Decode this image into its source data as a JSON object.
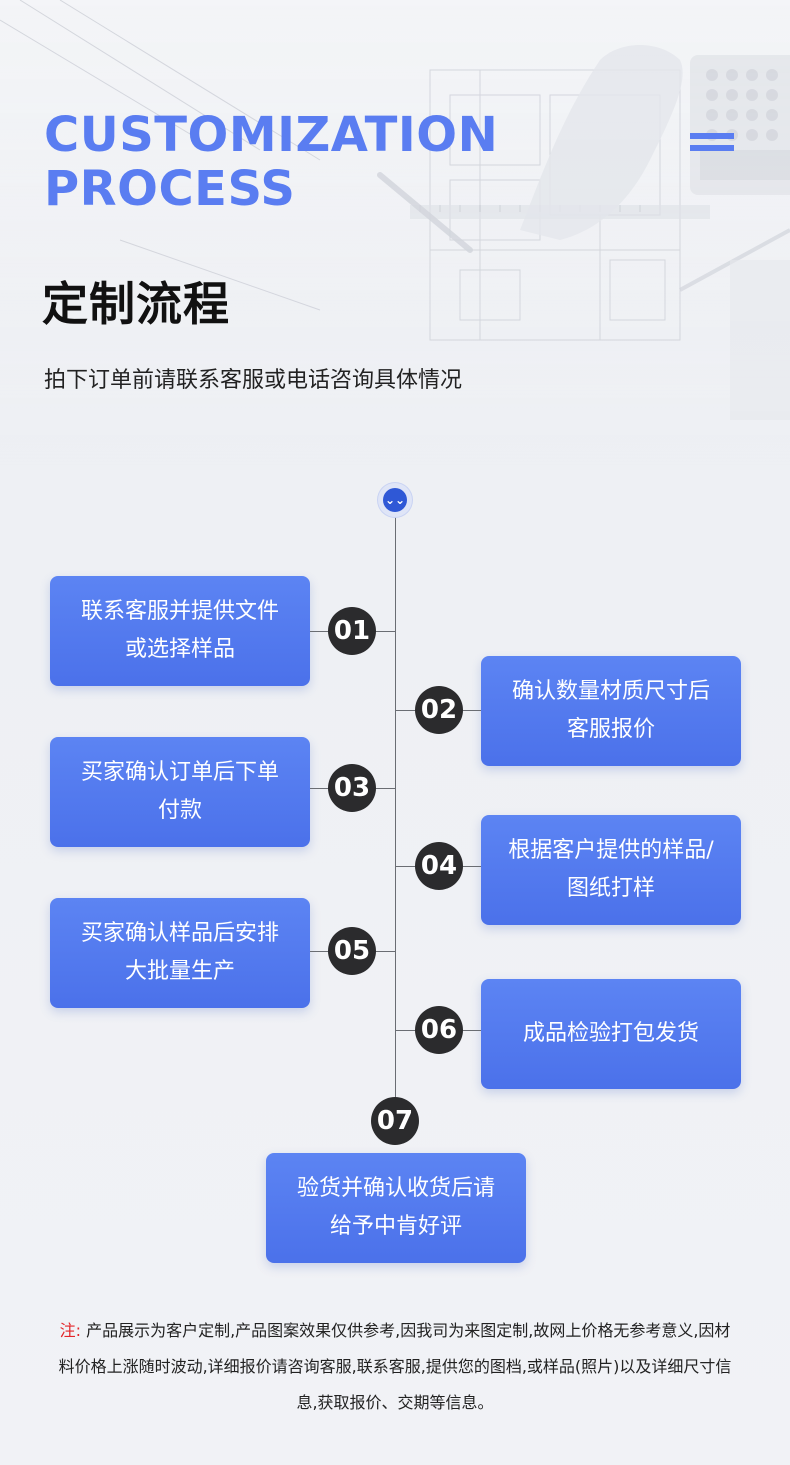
{
  "header": {
    "title_en_line1": "CUSTOMIZATION",
    "title_en_line2": "PROCESS",
    "title_cn": "定制流程",
    "subtitle": "拍下订单前请联系客服或电话咨询具体情况"
  },
  "colors": {
    "accent": "#5a7df1",
    "card": "#5479ee",
    "step_badge": "#2b2b2d",
    "note_label": "#e3262a"
  },
  "icons": {
    "start": "double-chevron-down-icon",
    "decoration": "menu-bars-icon"
  },
  "steps": [
    {
      "num": "01",
      "text": "联系客服并提供文件或选择样品"
    },
    {
      "num": "02",
      "text": "确认数量材质尺寸后客服报价"
    },
    {
      "num": "03",
      "text": "买家确认订单后下单付款"
    },
    {
      "num": "04",
      "text": "根据客户提供的样品/图纸打样"
    },
    {
      "num": "05",
      "text": "买家确认样品后安排大批量生产"
    },
    {
      "num": "06",
      "text": "成品检验打包发货"
    },
    {
      "num": "07",
      "text": "验货并确认收货后请给予中肯好评"
    }
  ],
  "note": {
    "label": "注:",
    "text": "产品展示为客户定制,产品图案效果仅供参考,因我司为来图定制,故网上价格无参考意义,因材料价格上涨随时波动,详细报价请咨询客服,联系客服,提供您的图档,或样品(照片)以及详细尺寸信息,获取报价、交期等信息。"
  }
}
